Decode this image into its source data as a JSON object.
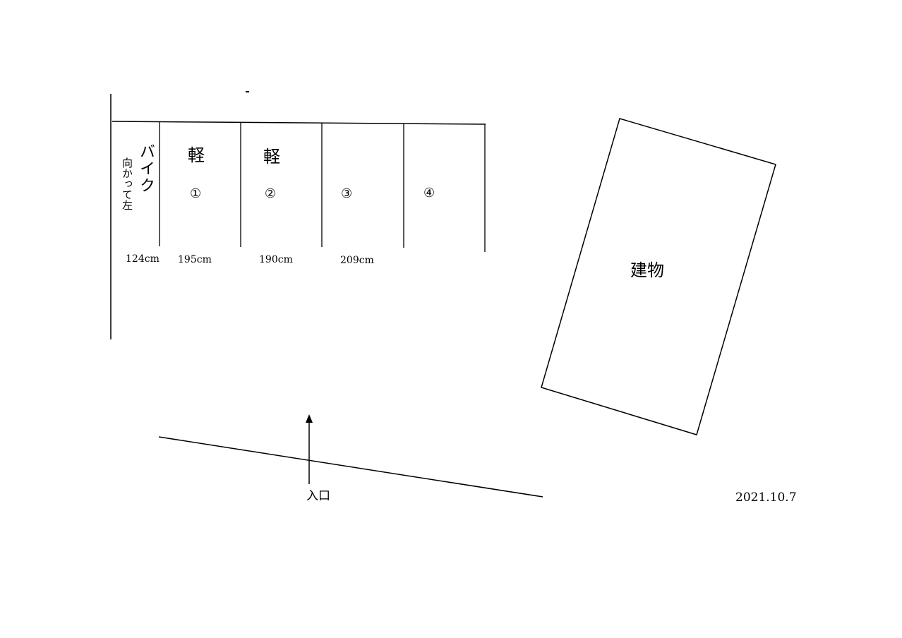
{
  "diagram": {
    "type": "parking-layout",
    "date": "2021.10.7",
    "building_label": "建物",
    "entrance_label": "入口",
    "spaces": [
      {
        "id": "bike",
        "title": "バイク",
        "note": "向かって左",
        "width": "124cm"
      },
      {
        "id": "1",
        "title": "軽",
        "number": "①",
        "width": "195cm"
      },
      {
        "id": "2",
        "title": "軽",
        "number": "②",
        "width": "190cm"
      },
      {
        "id": "3",
        "title": "",
        "number": "③",
        "width": "209cm"
      },
      {
        "id": "4",
        "title": "",
        "number": "④",
        "width": ""
      }
    ]
  },
  "colors": {
    "line": "#000000",
    "background": "#ffffff"
  }
}
